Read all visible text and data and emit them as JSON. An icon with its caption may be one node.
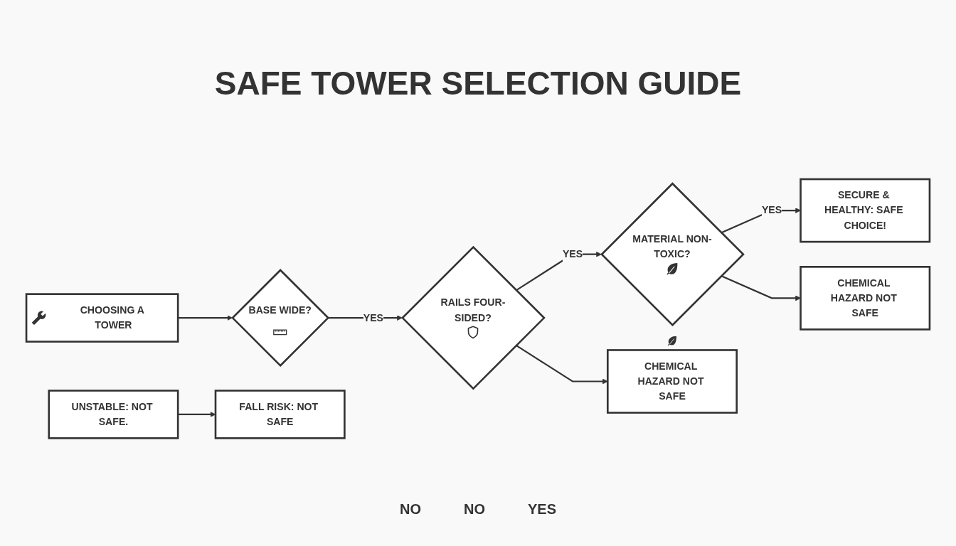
{
  "diagram": {
    "title": "SAFE TOWER SELECTION GUIDE",
    "nodes": [
      {
        "text": [
          "CHOOSING A TOWER"
        ]
      },
      {
        "text": [
          "BASE WIDE?"
        ]
      },
      {
        "text": [
          "RAILS FOUR-SIDED?"
        ]
      },
      {
        "text": [
          "MATERIAL NON-TOXIC?"
        ]
      },
      {
        "text": [
          "SECURE & HEALTHY: SAFE CHOICE!"
        ]
      },
      {
        "text": [
          "UNSTABLE: NOT SAFE."
        ]
      },
      {
        "text": [
          "FALL RISK: NOT SAFE"
        ]
      },
      {
        "text": [
          "CHEMICAL HAZARD NOT SAFE"
        ]
      },
      {
        "text": [
          "CHEMICAL HAZARD NOT SAFE"
        ]
      }
    ],
    "edges": [
      {
        "from": 0,
        "to": 1,
        "arrow": "to"
      },
      {
        "from": 1,
        "to": 2,
        "arrow": "to",
        "label": "YES"
      },
      {
        "from": 2,
        "to": 3,
        "arrow": "to",
        "label": "YES"
      },
      {
        "from": 2,
        "to": 7,
        "arrow": "to"
      },
      {
        "from": 3,
        "to": 4,
        "arrow": "to",
        "label": "YES"
      },
      {
        "from": 3,
        "to": 8,
        "arrow": "to"
      },
      {
        "from": 5,
        "to": 6,
        "arrow": "to"
      }
    ],
    "labels": [
      "NO",
      "NO",
      "YES"
    ]
  }
}
